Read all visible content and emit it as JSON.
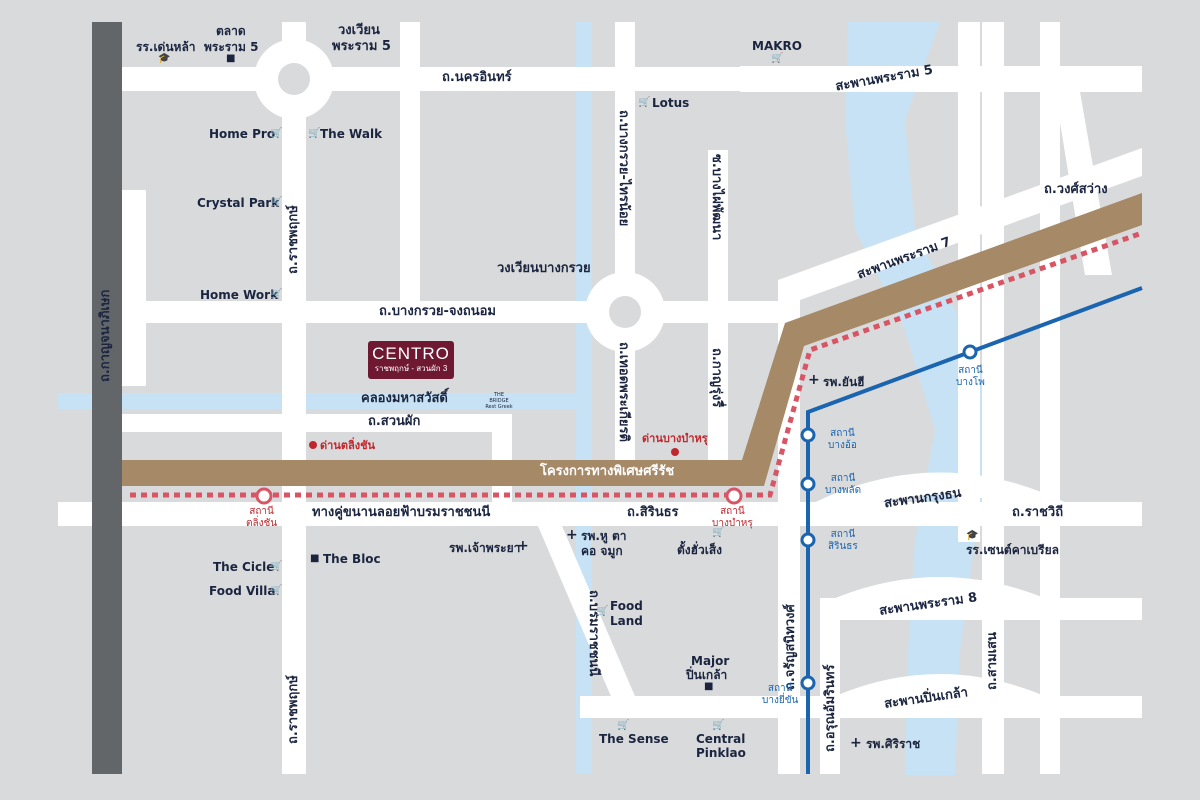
{
  "colors": {
    "background": "#d9dadb",
    "road": "#ffffff",
    "river": "#c7e2f4",
    "expressway": "#a68966",
    "purple_line": "#d85565",
    "blue_line": "#1a64b0",
    "rail": "#636669",
    "logo": "#6f1832"
  },
  "roads": {
    "kanchanaphisek": "ถ.กาญจนาภิเษก",
    "nakhon_in": "ถ.นครอินทร์",
    "ratchaphruek_n": "ถ.ราชพฤกษ์",
    "ratchaphruek_s": "ถ.ราชพฤกษ์",
    "bang_kruai_sai_noi": "ถ.บางกรวย-ไทรน้อย",
    "bang_phai_phatthana": "ซ.บางไผ่พัฒนา",
    "bang_kruai_chong_thanom": "ถ.บางกรวย-จงถนอม",
    "thet_phra_kiat": "ถ.เทอดพระเกียรติ",
    "ka_rung_ruang": "ถ.กาญรุ่งรื่",
    "suan_phak": "ถ.สวนผัก",
    "khlong_maha_sawat": "คลองมหาสวัสดิ์",
    "sirindhorn": "ถ.สิรินธร",
    "ratchawithi": "ถ.ราชวิถี",
    "borommaratchachonnani": "ถ.บรมราชชนนี",
    "charan_sanitwong": "ถ.จรัญสนิทวงศ์",
    "arun_ammarin": "ถ.อรุณอัมรินทร์",
    "sam_sen": "ถ.สามเสน",
    "wong_sawang": "ถ.วงศ์สว่าง",
    "elevated_road": "ทางคู่ขนานลอยฟ้าบรมราชชนนี",
    "expressway_project": "โครงการทางพิเศษศรีรัช"
  },
  "circles": {
    "phra_ram_5_line1": "วงเวียน",
    "phra_ram_5_line2": "พระราม 5",
    "bang_kruai": "วงเวียนบางกรวย"
  },
  "bridges": {
    "rama5": "สะพานพระราม 5",
    "rama7": "สะพานพระราม 7",
    "krung_thon": "สะพานกรุงธน",
    "rama8": "สะพานพระราม 8",
    "pin_klao": "สะพานปิ่นเกล้า"
  },
  "places": {
    "school_denla": "รร.เด่นหล้า",
    "market_line1": "ตลาด",
    "market_line2": "พระราม 5",
    "makro": "MAKRO",
    "lotus": "Lotus",
    "home_pro": "Home Pro",
    "the_walk": "The Walk",
    "crystal_park": "Crystal Park",
    "home_work": "Home Work",
    "the_bloc": "The Bloc",
    "the_circle": "The Cicle",
    "food_villa": "Food Villa",
    "hospital_yanhee": "รพ.ยันฮี",
    "hospital_chaophraya": "รพ.เจ้าพระยา",
    "hospital_ent_line1": "รพ.หู ตา",
    "hospital_ent_line2": "คอ จมูก",
    "tang_hua_seng": "ตั้งฮั่วเส็ง",
    "food_land_line1": "Food",
    "food_land_line2": "Land",
    "major_line1": "Major",
    "major_line2": "ปิ่นเกล้า",
    "the_sense": "The Sense",
    "central_line1": "Central",
    "central_line2": "Pinklao",
    "school_st_gabriel": "รร.เซนต์คาเบรียล",
    "hospital_siriraj": "รพ.ศิริราช",
    "tolls_taling_chan": "ด่านตลิ่งชัน",
    "tolls_bang_bamru": "ด่านบางบำหรุ"
  },
  "stations": {
    "station_word": "สถานี",
    "taling_chan": "ตลิ่งชัน",
    "bang_bamru": "บางบำหรุ",
    "bang_pho": "บางโพ",
    "bang_o": "บางอ้อ",
    "bang_phlat": "บางพลัด",
    "sirindhorn": "สิรินธร",
    "bang_yi_khan": "บางยี่ขัน"
  },
  "project": {
    "logo_main": "CENTRO",
    "logo_sub": "ราชพฤกษ์ - สวนผัก 3"
  },
  "bridge_logo": {
    "line1": "THE BRIDGE",
    "line2": "Rest Greek"
  },
  "icons": {
    "school": "graduation-cap-icon",
    "shop": "shopping-cart-icon",
    "hospital": "cross-icon",
    "landmark": "square-icon",
    "toll": "dot-icon"
  }
}
